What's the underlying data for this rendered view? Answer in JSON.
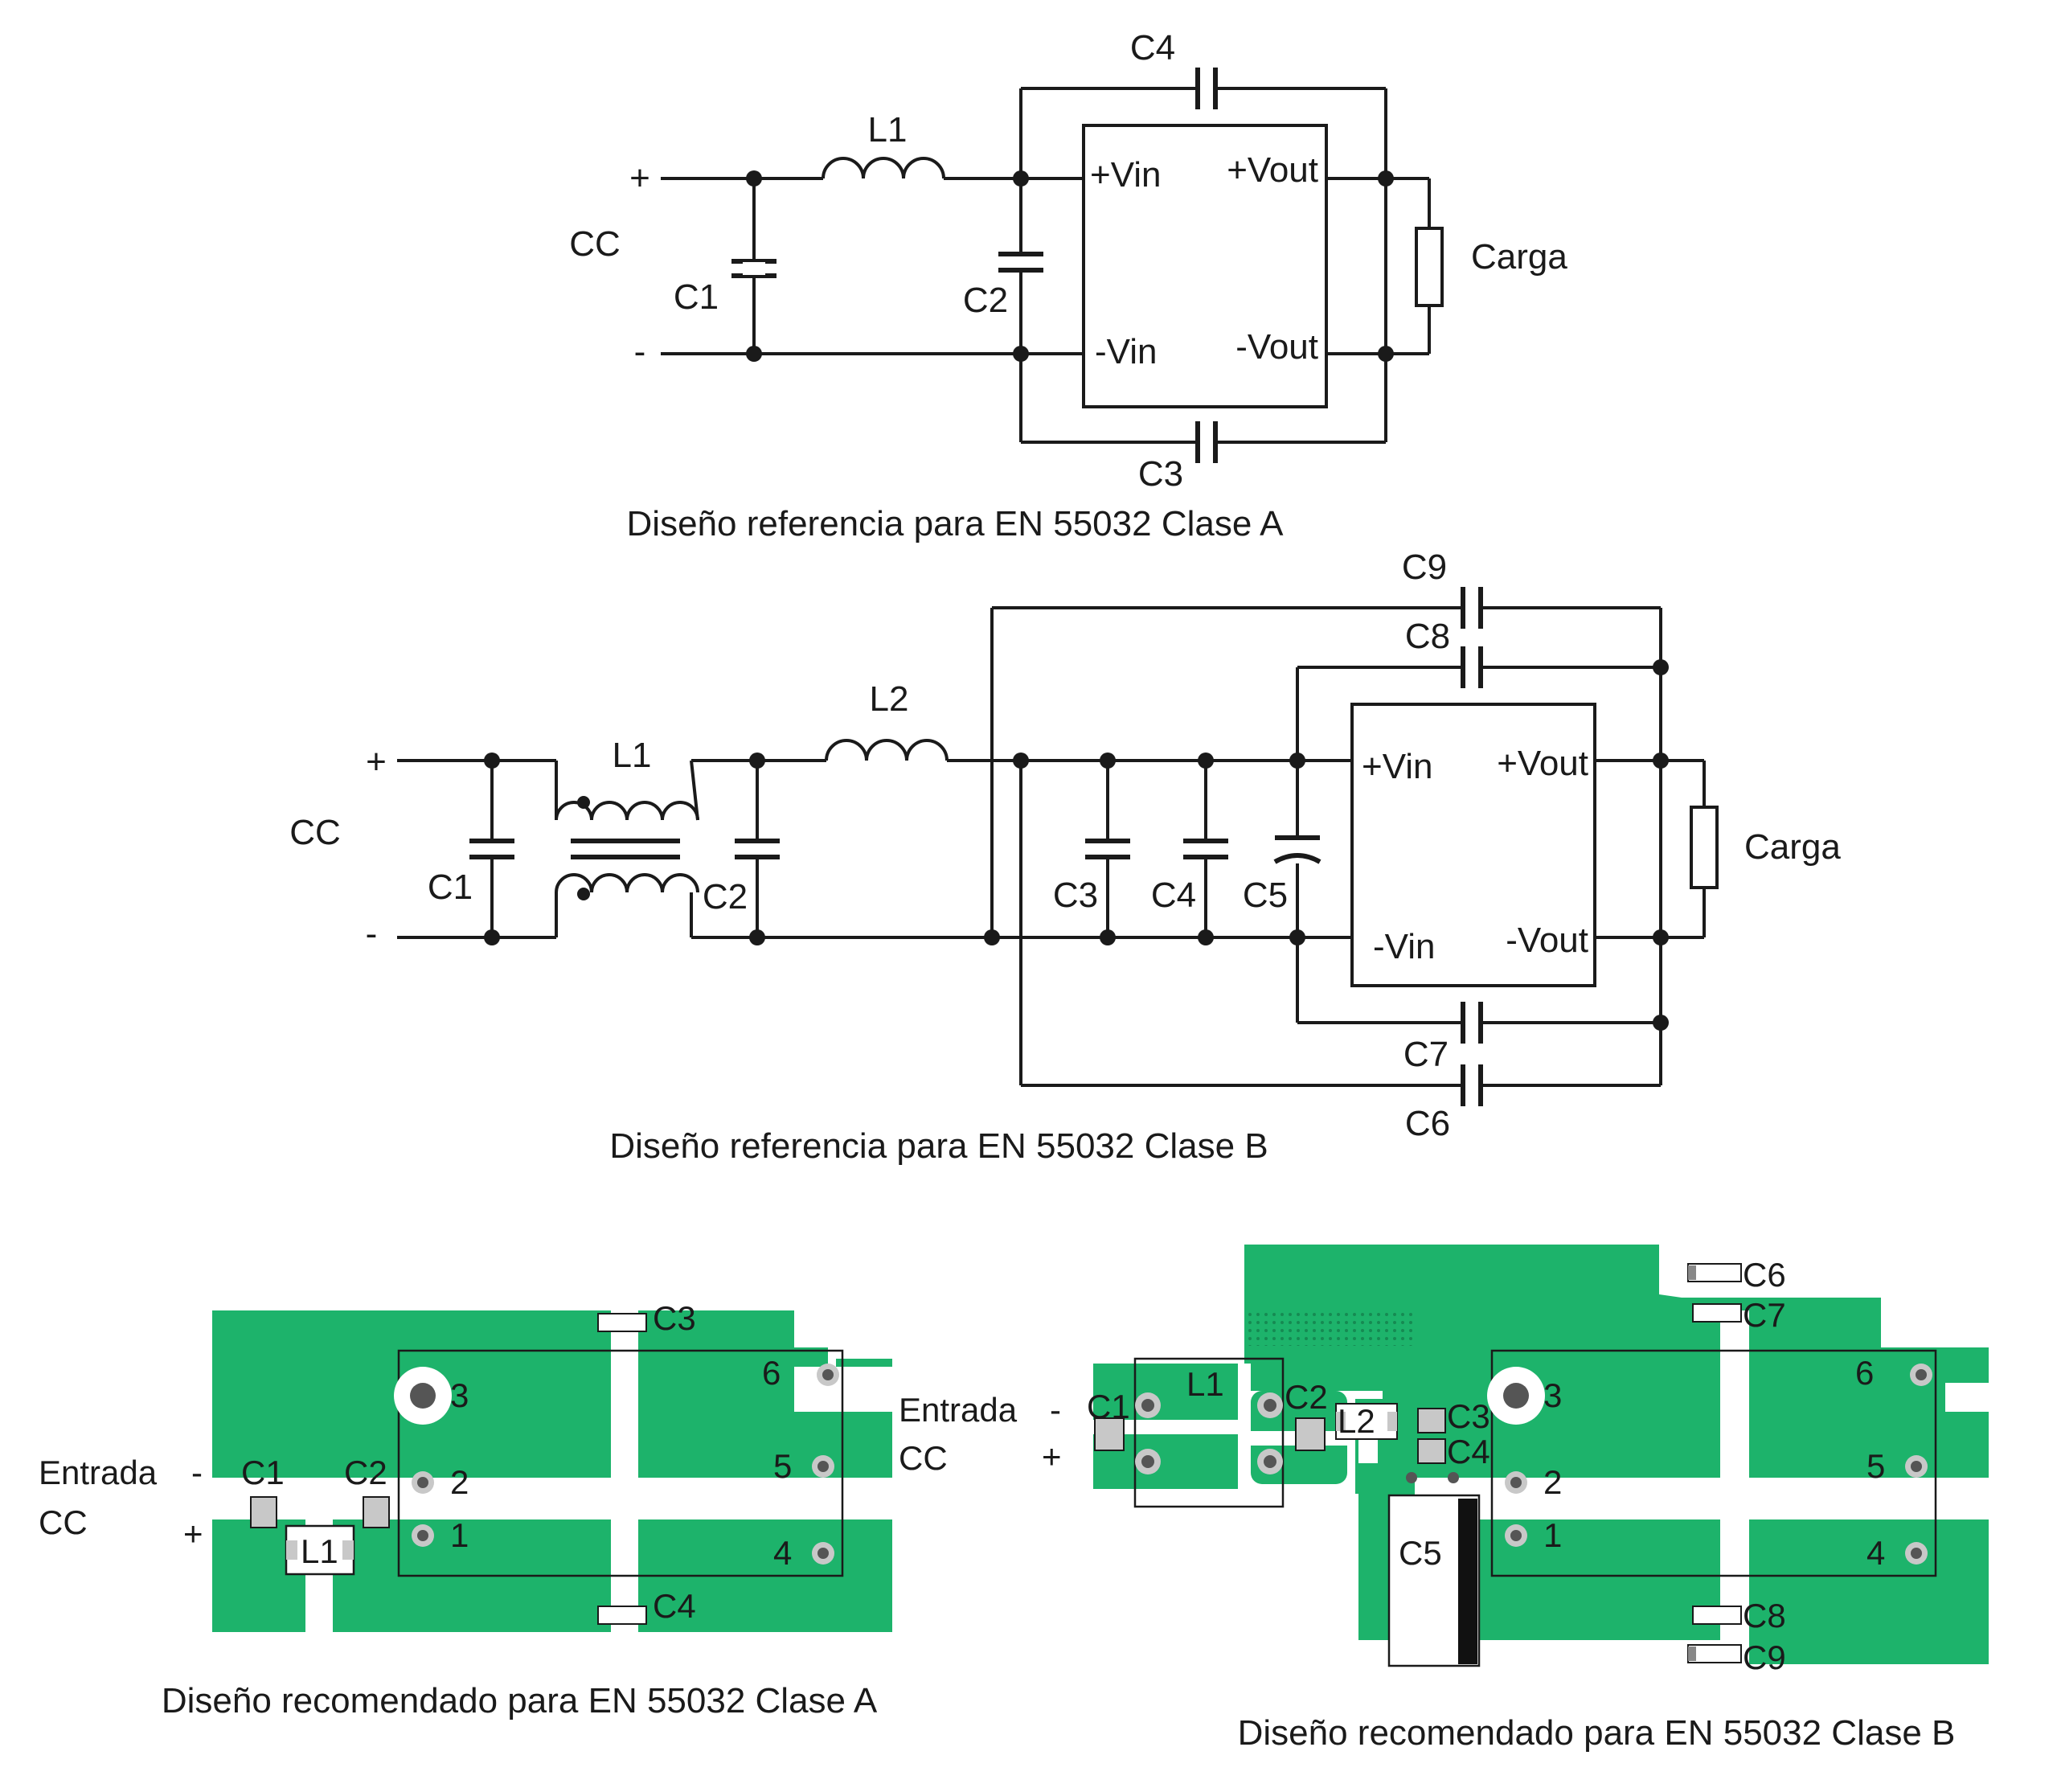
{
  "colors": {
    "pcb_green": "#1db36b",
    "pad_grey": "#c8c8c8",
    "ink": "#1a1a1a"
  },
  "common": {
    "plus": "+",
    "minus": "-",
    "minus_sch": "-",
    "cc": "CC",
    "load": "Carga",
    "vin_pos": "+Vin",
    "vin_neg": "-Vin",
    "vout_pos": "+Vout",
    "vout_neg": "-Vout",
    "entrada": "Entrada",
    "entrada_minus": "-"
  },
  "schematic_a": {
    "caption": "Diseño referencia para EN 55032 Clase A",
    "components": {
      "L1": "L1",
      "C1": "C1",
      "C2": "C2",
      "C3": "C3",
      "C4": "C4"
    }
  },
  "schematic_b": {
    "caption": "Diseño referencia para EN 55032 Clase B",
    "components": {
      "L1": "L1",
      "L2": "L2",
      "C1": "C1",
      "C2": "C2",
      "C3": "C3",
      "C4": "C4",
      "C5": "C5",
      "C6": "C6",
      "C7": "C7",
      "C8": "C8",
      "C9": "C9"
    }
  },
  "layout_a": {
    "caption": "Diseño recomendado para EN 55032 Clase A",
    "components": {
      "L1": "L1",
      "C1": "C1",
      "C2": "C2",
      "C3": "C3",
      "C4": "C4"
    },
    "pins": [
      "1",
      "2",
      "3",
      "4",
      "5",
      "6"
    ]
  },
  "layout_b": {
    "caption": "Diseño recomendado para EN 55032 Clase B",
    "components": {
      "L1": "L1",
      "L2": "L2",
      "C1": "C1",
      "C2": "C2",
      "C3": "C3",
      "C4": "C4",
      "C5": "C5",
      "C6": "C6",
      "C7": "C7",
      "C8": "C8",
      "C9": "C9"
    },
    "pins": [
      "1",
      "2",
      "3",
      "4",
      "5",
      "6"
    ]
  }
}
